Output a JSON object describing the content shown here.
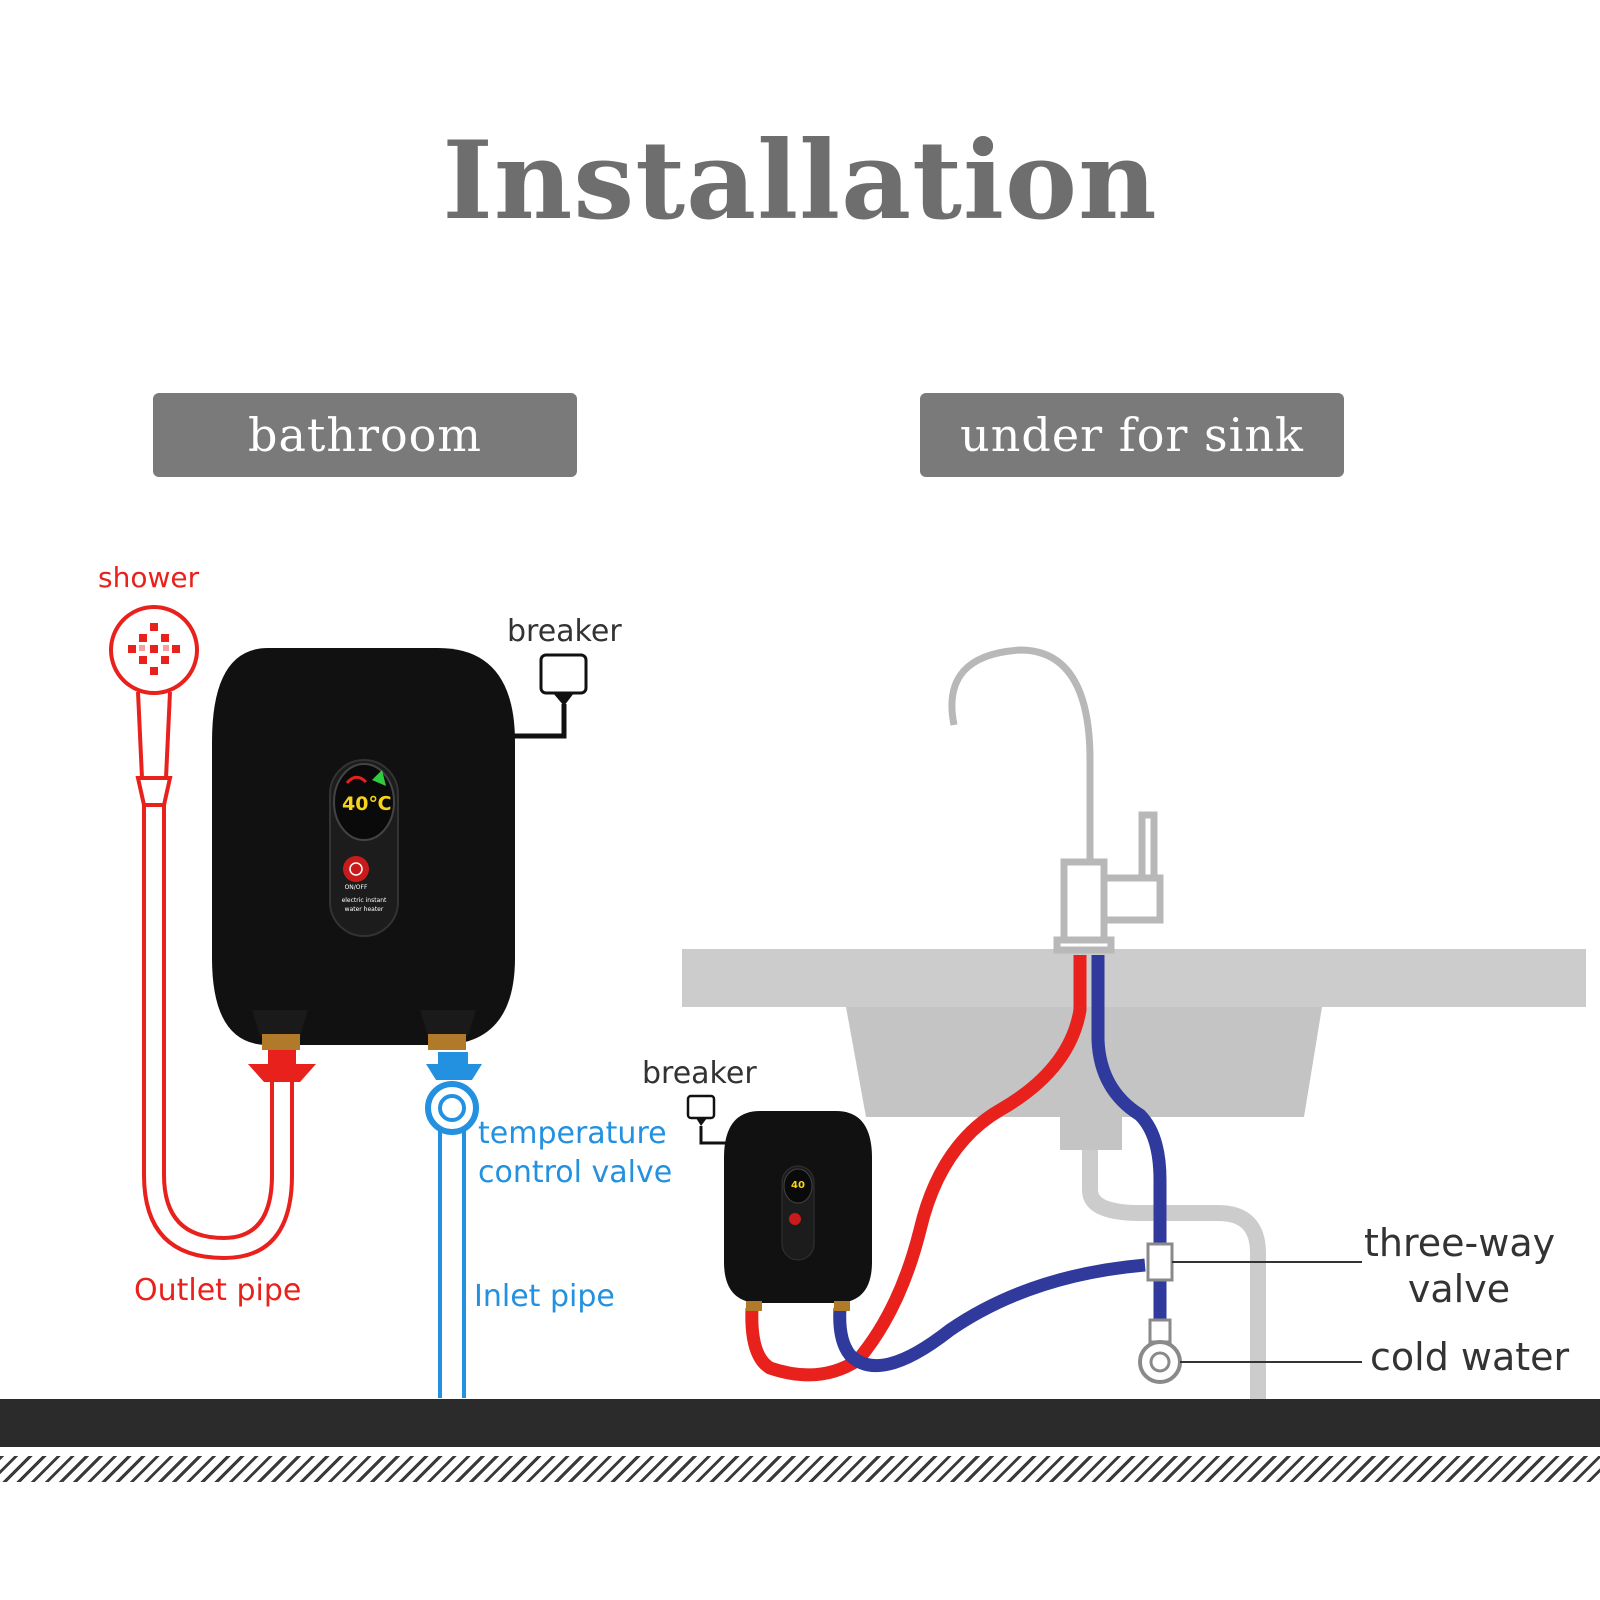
{
  "title": "Installation",
  "sections": {
    "bathroom": "bathroom",
    "sink": "under for sink"
  },
  "bathroom": {
    "shower": "shower",
    "breaker": "breaker",
    "outlet_pipe": "Outlet pipe",
    "temp_valve_line1": "temperature",
    "temp_valve_line2": "control valve",
    "inlet_pipe": "Inlet pipe",
    "display_temp": "40℃",
    "power_button": "ON/OFF",
    "product_line1": "electric instant",
    "product_line2": "water heater"
  },
  "sink": {
    "breaker": "breaker",
    "three_way_line1": "three-way",
    "three_way_line2": "valve",
    "cold_water": "cold water",
    "display_temp": "40"
  },
  "colors": {
    "title": "#6e6e6e",
    "badge": "#7a7a7a",
    "hot": "#e8211c",
    "cold_pipe": "#2391e0",
    "cold_hose": "#2f3a9c",
    "heater": "#111111",
    "fixture": "#cccccc"
  }
}
